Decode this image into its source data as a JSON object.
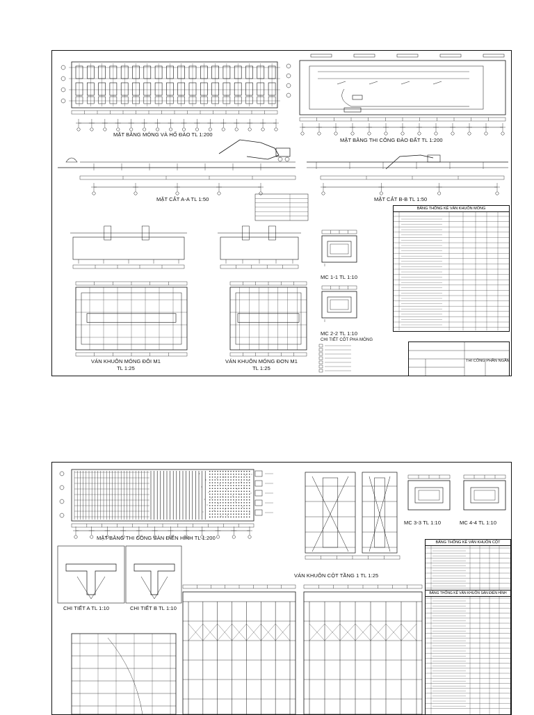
{
  "sheet1": {
    "titles": {
      "mat_bang_mong": "MẶT BẰNG MÓNG VÀ HỐ ĐÀO TL 1:200",
      "mat_bang_thi_cong": "MẶT BẰNG THI CÔNG ĐÀO ĐẤT TL 1:200",
      "mat_cat_aa": "MẶT CẮT A-A TL 1:50",
      "mat_cat_bb": "MẶT CẮT B-B TL 1:50",
      "mc11": "MC 1-1 TL 1:10",
      "mc22": "MC 2-2 TL 1:10",
      "chi_tiet": "CHI TIẾT CỐT PHA MÓNG",
      "van_khuon_doi": "VÁN KHUÔN MÓNG ĐÔI M1",
      "van_khuon_doi_scale": "TL 1:25",
      "van_khuon_don": "VÁN KHUÔN MÓNG ĐƠN M1",
      "van_khuon_don_scale": "TL 1:25",
      "bang_thong_ke": "BẢNG THỐNG KÊ VÁN KHUÔN MÓNG",
      "thi_cong_phan_ngam": "THI CÔNG PHẦN NGẦM"
    }
  },
  "sheet2": {
    "titles": {
      "mat_bang_san": "MẶT BẰNG THI CÔNG SÀN ĐIỂN HÌNH TL 1:200",
      "mc33": "MC 3-3 TL 1:10",
      "mc44": "MC 4-4 TL 1:10",
      "van_khuon_cot": "VÁN KHUÔN CỘT TẦNG 1 TL 1:25",
      "chi_tiet_a": "CHI TIẾT A TL 1:10",
      "chi_tiet_b": "CHI TIẾT B TL 1:10",
      "bang_cot": "BẢNG THỐNG KÊ VÁN KHUÔN CỘT",
      "bang_san": "BẢNG THỐNG KÊ VÁN KHUÔN SÀN ĐIỂN HÌNH"
    }
  },
  "colors": {
    "line": "#111111",
    "paper": "#ffffff",
    "hatch": "#333333"
  }
}
